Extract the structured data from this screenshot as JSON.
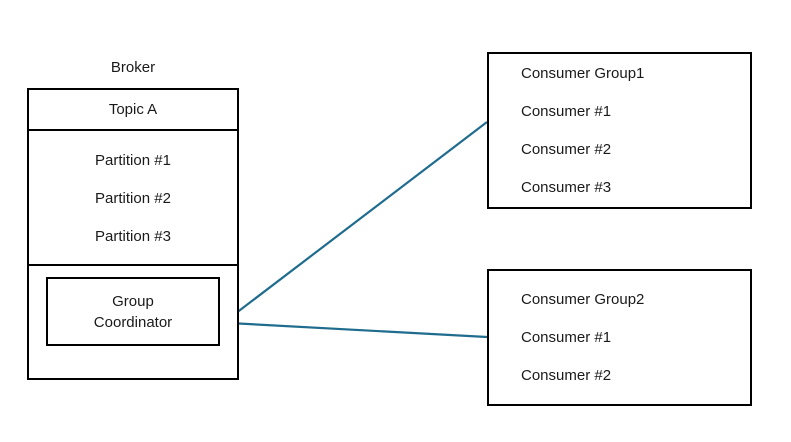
{
  "diagram": {
    "accent_color": "#1F6C8E",
    "line_color": "#000000",
    "text_color": "#1a1a1a",
    "background": "#ffffff"
  },
  "broker": {
    "label": "Broker",
    "topic": {
      "label": "Topic A"
    },
    "partitions": [
      {
        "label": "Partition #1"
      },
      {
        "label": "Partition #2"
      },
      {
        "label": "Partition #3"
      }
    ],
    "coordinator": {
      "line1": "Group",
      "line2": "Coordinator"
    }
  },
  "consumer_groups": [
    {
      "title": "Consumer Group1",
      "members": [
        {
          "label": "Consumer #1"
        },
        {
          "label": "Consumer #2"
        },
        {
          "label": "Consumer #3"
        }
      ]
    },
    {
      "title": "Consumer Group2",
      "members": [
        {
          "label": "Consumer #1"
        },
        {
          "label": "Consumer #2"
        }
      ]
    }
  ],
  "connectors": [
    {
      "name": "group1-to-coordinator",
      "from": "Consumer Group1",
      "to": "Group Coordinator",
      "direction": "to-coordinator"
    },
    {
      "name": "group2-to-coordinator",
      "from": "Consumer Group2",
      "to": "Group Coordinator",
      "direction": "to-coordinator"
    }
  ]
}
